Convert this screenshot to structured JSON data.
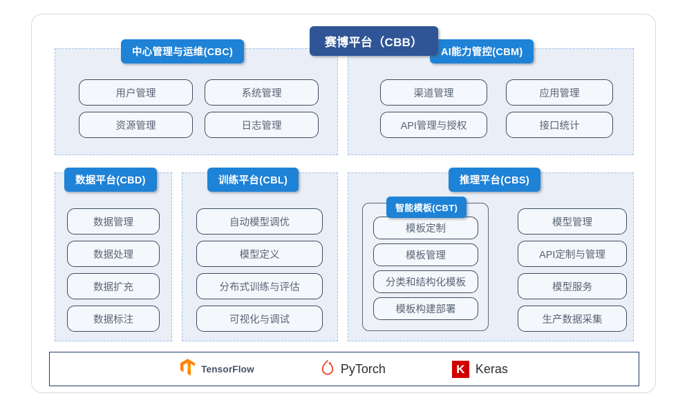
{
  "title": {
    "label": "赛博平台（CBB）"
  },
  "sections": [
    {
      "key": "cbc",
      "label": "中心管理与运维(CBC)",
      "items": [
        "用户管理",
        "系统管理",
        "资源管理",
        "日志管理"
      ]
    },
    {
      "key": "cbm",
      "label": "AI能力管控(CBM)",
      "items": [
        "渠道管理",
        "应用管理",
        "API管理与授权",
        "接口统计"
      ]
    },
    {
      "key": "cbd",
      "label": "数据平台(CBD)",
      "items": [
        "数据管理",
        "数据处理",
        "数据扩充",
        "数据标注"
      ]
    },
    {
      "key": "cbl",
      "label": "训练平台(CBL)",
      "items": [
        "自动模型调优",
        "模型定义",
        "分布式训练与评估",
        "可视化与调试"
      ]
    },
    {
      "key": "cbs",
      "label": "推理平台(CBS)",
      "subpanel": {
        "key": "cbt",
        "label": "智能模板(CBT)",
        "items": [
          "模板定制",
          "模板管理",
          "分类和结构化模板",
          "模板构建部署"
        ]
      },
      "items": [
        "模型管理",
        "API定制与管理",
        "模型服务",
        "生产数据采集"
      ]
    }
  ],
  "frameworks": [
    {
      "key": "tensorflow",
      "label": "TensorFlow",
      "color": "#ff8200"
    },
    {
      "key": "pytorch",
      "label": "PyTorch",
      "color": "#ee4c2c"
    },
    {
      "key": "keras",
      "label": "Keras",
      "mark": "K",
      "color": "#d00000"
    }
  ],
  "colors": {
    "title_badge": "#2f5596",
    "section_badge": "#1e82d6",
    "panel_fill": "#eaeef7",
    "panel_border": "#9cc3ea",
    "card_fill": "#f4f8fd",
    "card_border": "#3c4a5e",
    "card_text": "#5a6473",
    "outer_border": "#d9d9d9",
    "frameworks_border": "#1f3864"
  }
}
